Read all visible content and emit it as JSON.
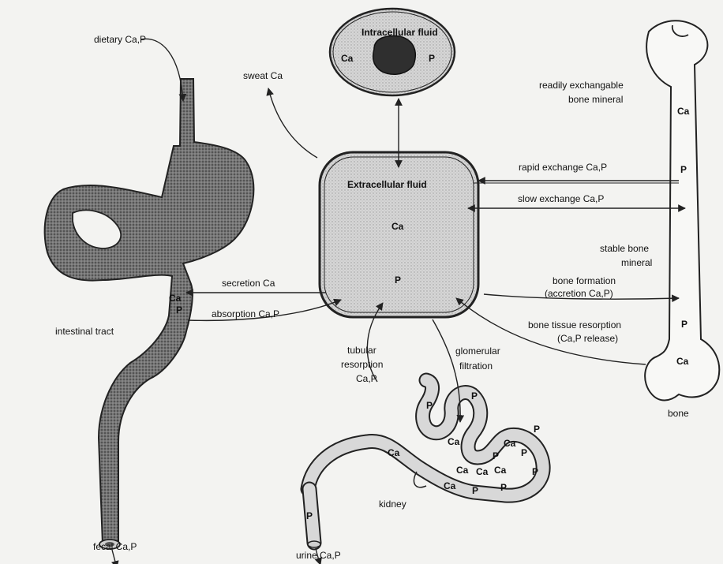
{
  "labels": {
    "dietary": "dietary Ca,P",
    "sweat": "sweat Ca",
    "intracellular": "Intracellular fluid",
    "ic_ca": "Ca",
    "ic_p": "P",
    "extracellular": "Extracellular fluid",
    "ec_ca": "Ca",
    "ec_p": "P",
    "readily_1": "readily exchangable",
    "readily_2": "bone mineral",
    "rapid": "rapid exchange Ca,P",
    "slow": "slow exchange Ca,P",
    "stable_1": "stable bone",
    "stable_2": "mineral",
    "bone_ca_top": "Ca",
    "bone_p_top": "P",
    "formation_1": "bone formation",
    "formation_2": "(accretion Ca,P)",
    "resorption_1": "bone tissue resorption",
    "resorption_2": "(Ca,P release)",
    "bone_p_bottom": "P",
    "bone_ca_bottom": "Ca",
    "bone": "bone",
    "secretion": "secretion Ca",
    "absorption": "absorption Ca,P",
    "intestinal": "intestinal tract",
    "gut_ca": "Ca",
    "gut_p": "P",
    "tubular_1": "tubular",
    "tubular_2": "resorption",
    "tubular_3": "Ca,P",
    "glomerular_1": "glomerular",
    "glomerular_2": "filtration",
    "kidney": "kidney",
    "fecal": "fecal Ca,P",
    "urine": "urine Ca,P",
    "k_p1": "P",
    "k_p2": "P",
    "k_ca1": "Ca",
    "k_ca2": "Ca",
    "k_p3": "P",
    "k_ca3": "Ca",
    "k_p4": "P",
    "k_p5": "P",
    "k_ca4": "Ca",
    "k_ca5": "Ca",
    "k_ca6": "Ca",
    "k_p6": "P",
    "k_ca7": "Ca",
    "k_p7": "P",
    "k_p8": "P",
    "k_p9": "P"
  }
}
